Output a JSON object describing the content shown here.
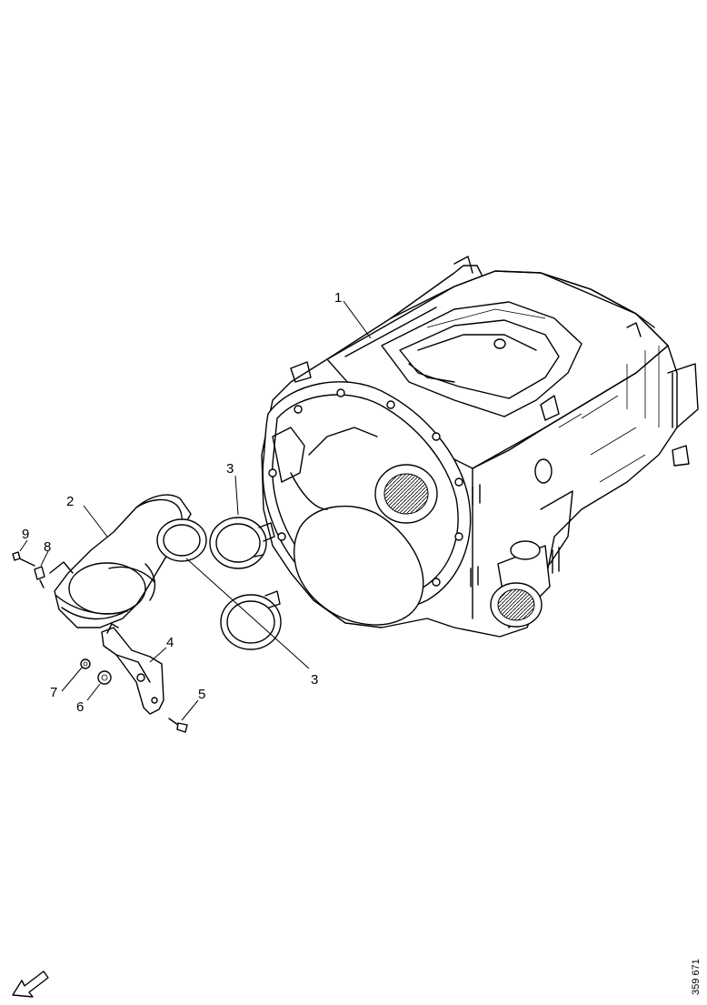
{
  "callouts": {
    "c1": "1",
    "c2": "2",
    "c3a": "3",
    "c3b": "3",
    "c4": "4",
    "c5": "5",
    "c6": "6",
    "c7": "7",
    "c8": "8",
    "c9": "9"
  },
  "doc_id": "359 671",
  "direction_icon": "arrow-down-left-icon"
}
